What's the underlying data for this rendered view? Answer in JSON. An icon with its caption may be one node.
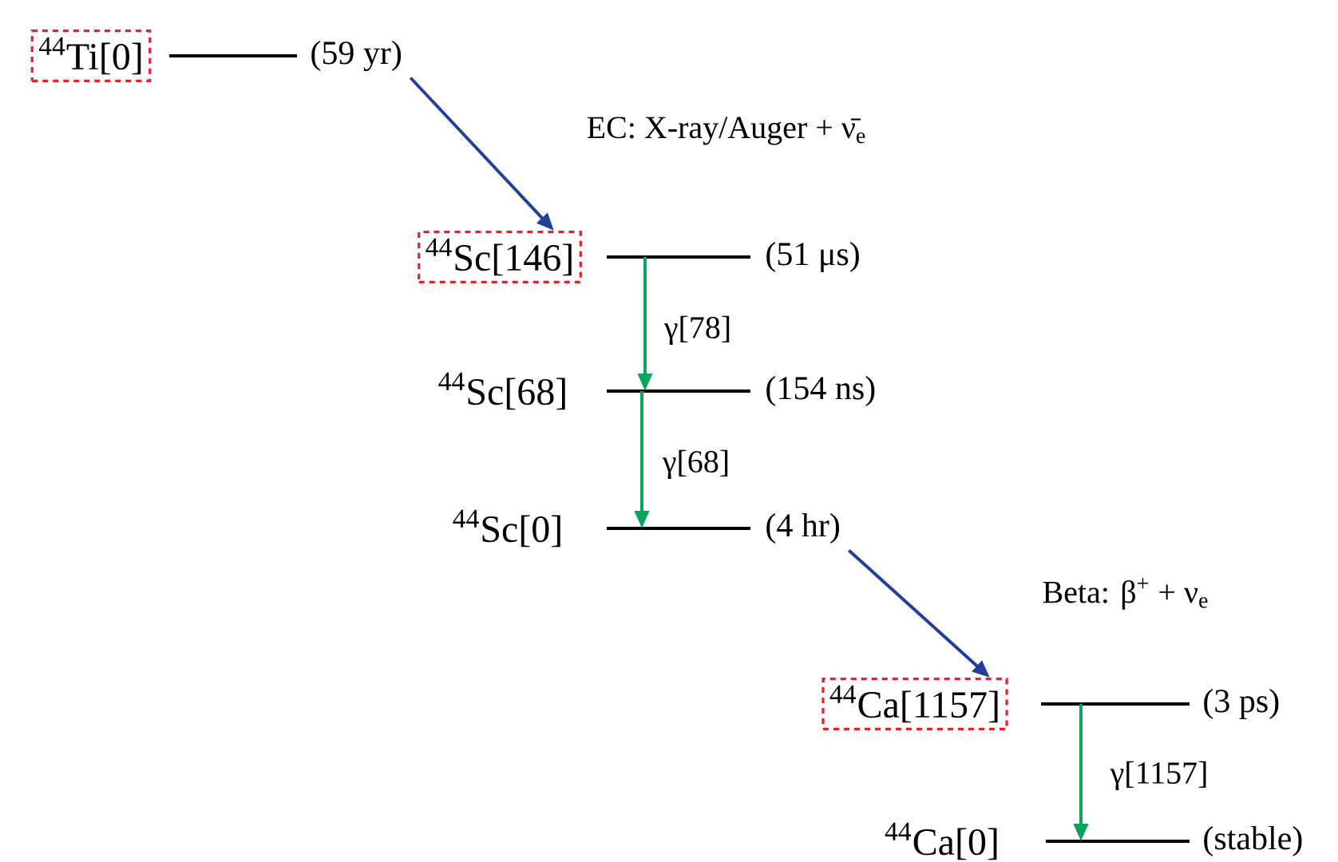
{
  "diagram": {
    "nodes": [
      {
        "text": [
          "$^{44}$Ti[0]"
        ]
      },
      {
        "text": [],
        "shape": "bar"
      },
      {
        "text": [
          "(59 yr)"
        ]
      },
      {
        "text": [
          "$^{44}$Sc[146]"
        ]
      },
      {
        "text": [],
        "shape": "bar"
      },
      {
        "text": [
          "(51 μs)"
        ]
      },
      {
        "text": [
          "$^{44}$Sc[68]"
        ]
      },
      {
        "text": [],
        "shape": "bar"
      },
      {
        "text": [
          "(154 ns)"
        ]
      },
      {
        "text": [
          "$^{44}$Sc[0]"
        ]
      },
      {
        "text": [],
        "shape": "bar"
      },
      {
        "text": [
          "(4 hr)"
        ]
      },
      {
        "text": [
          "$^{44}$Ca[1157]"
        ]
      },
      {
        "text": [],
        "shape": "bar"
      },
      {
        "text": [
          "(3 ps)"
        ]
      },
      {
        "text": [
          "$^{44}$Ca[0]"
        ]
      },
      {
        "text": [],
        "shape": "bar"
      },
      {
        "text": [
          "(stable)"
        ]
      }
    ],
    "edges": [
      {
        "from": 2,
        "to": 3,
        "arrow": "to",
        "label": "EC: X-ray/Auger + ν̄$_{e}$",
        "color": "#223f99"
      },
      {
        "from": 4,
        "to": 7,
        "arrow": "to",
        "label": "γ[78]",
        "color": "#0aa55a"
      },
      {
        "from": 7,
        "to": 10,
        "arrow": "to",
        "label": "γ[68]",
        "color": "#0aa55a"
      },
      {
        "from": 11,
        "to": 12,
        "arrow": "to",
        "label": "Beta: β$^{+}$ + ν$_{e}$",
        "color": "#223f99"
      },
      {
        "from": 13,
        "to": 16,
        "arrow": "to",
        "label": "γ[1157]",
        "color": "#0aa55a"
      }
    ]
  }
}
